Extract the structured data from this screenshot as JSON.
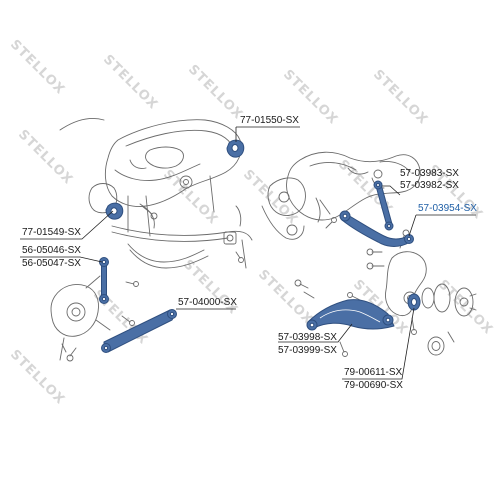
{
  "watermark": "STELLOX",
  "colors": {
    "part_highlight": "#4a6fa5",
    "line": "#6b6b6b",
    "leader": "#222222",
    "label_highlight": "#1f5fa6"
  },
  "labels": {
    "p_77_01550": "77-01550-SX",
    "p_77_01549": "77-01549-SX",
    "p_56_05046": "56-05046-SX",
    "p_56_05047": "56-05047-SX",
    "p_57_04000": "57-04000-SX",
    "p_57_03983": "57-03983-SX",
    "p_57_03982": "57-03982-SX",
    "p_57_03954": "57-03954-SX",
    "p_57_03998": "57-03998-SX",
    "p_57_03999": "57-03999-SX",
    "p_79_00611": "79-00611-SX",
    "p_79_00690": "79-00690-SX"
  }
}
